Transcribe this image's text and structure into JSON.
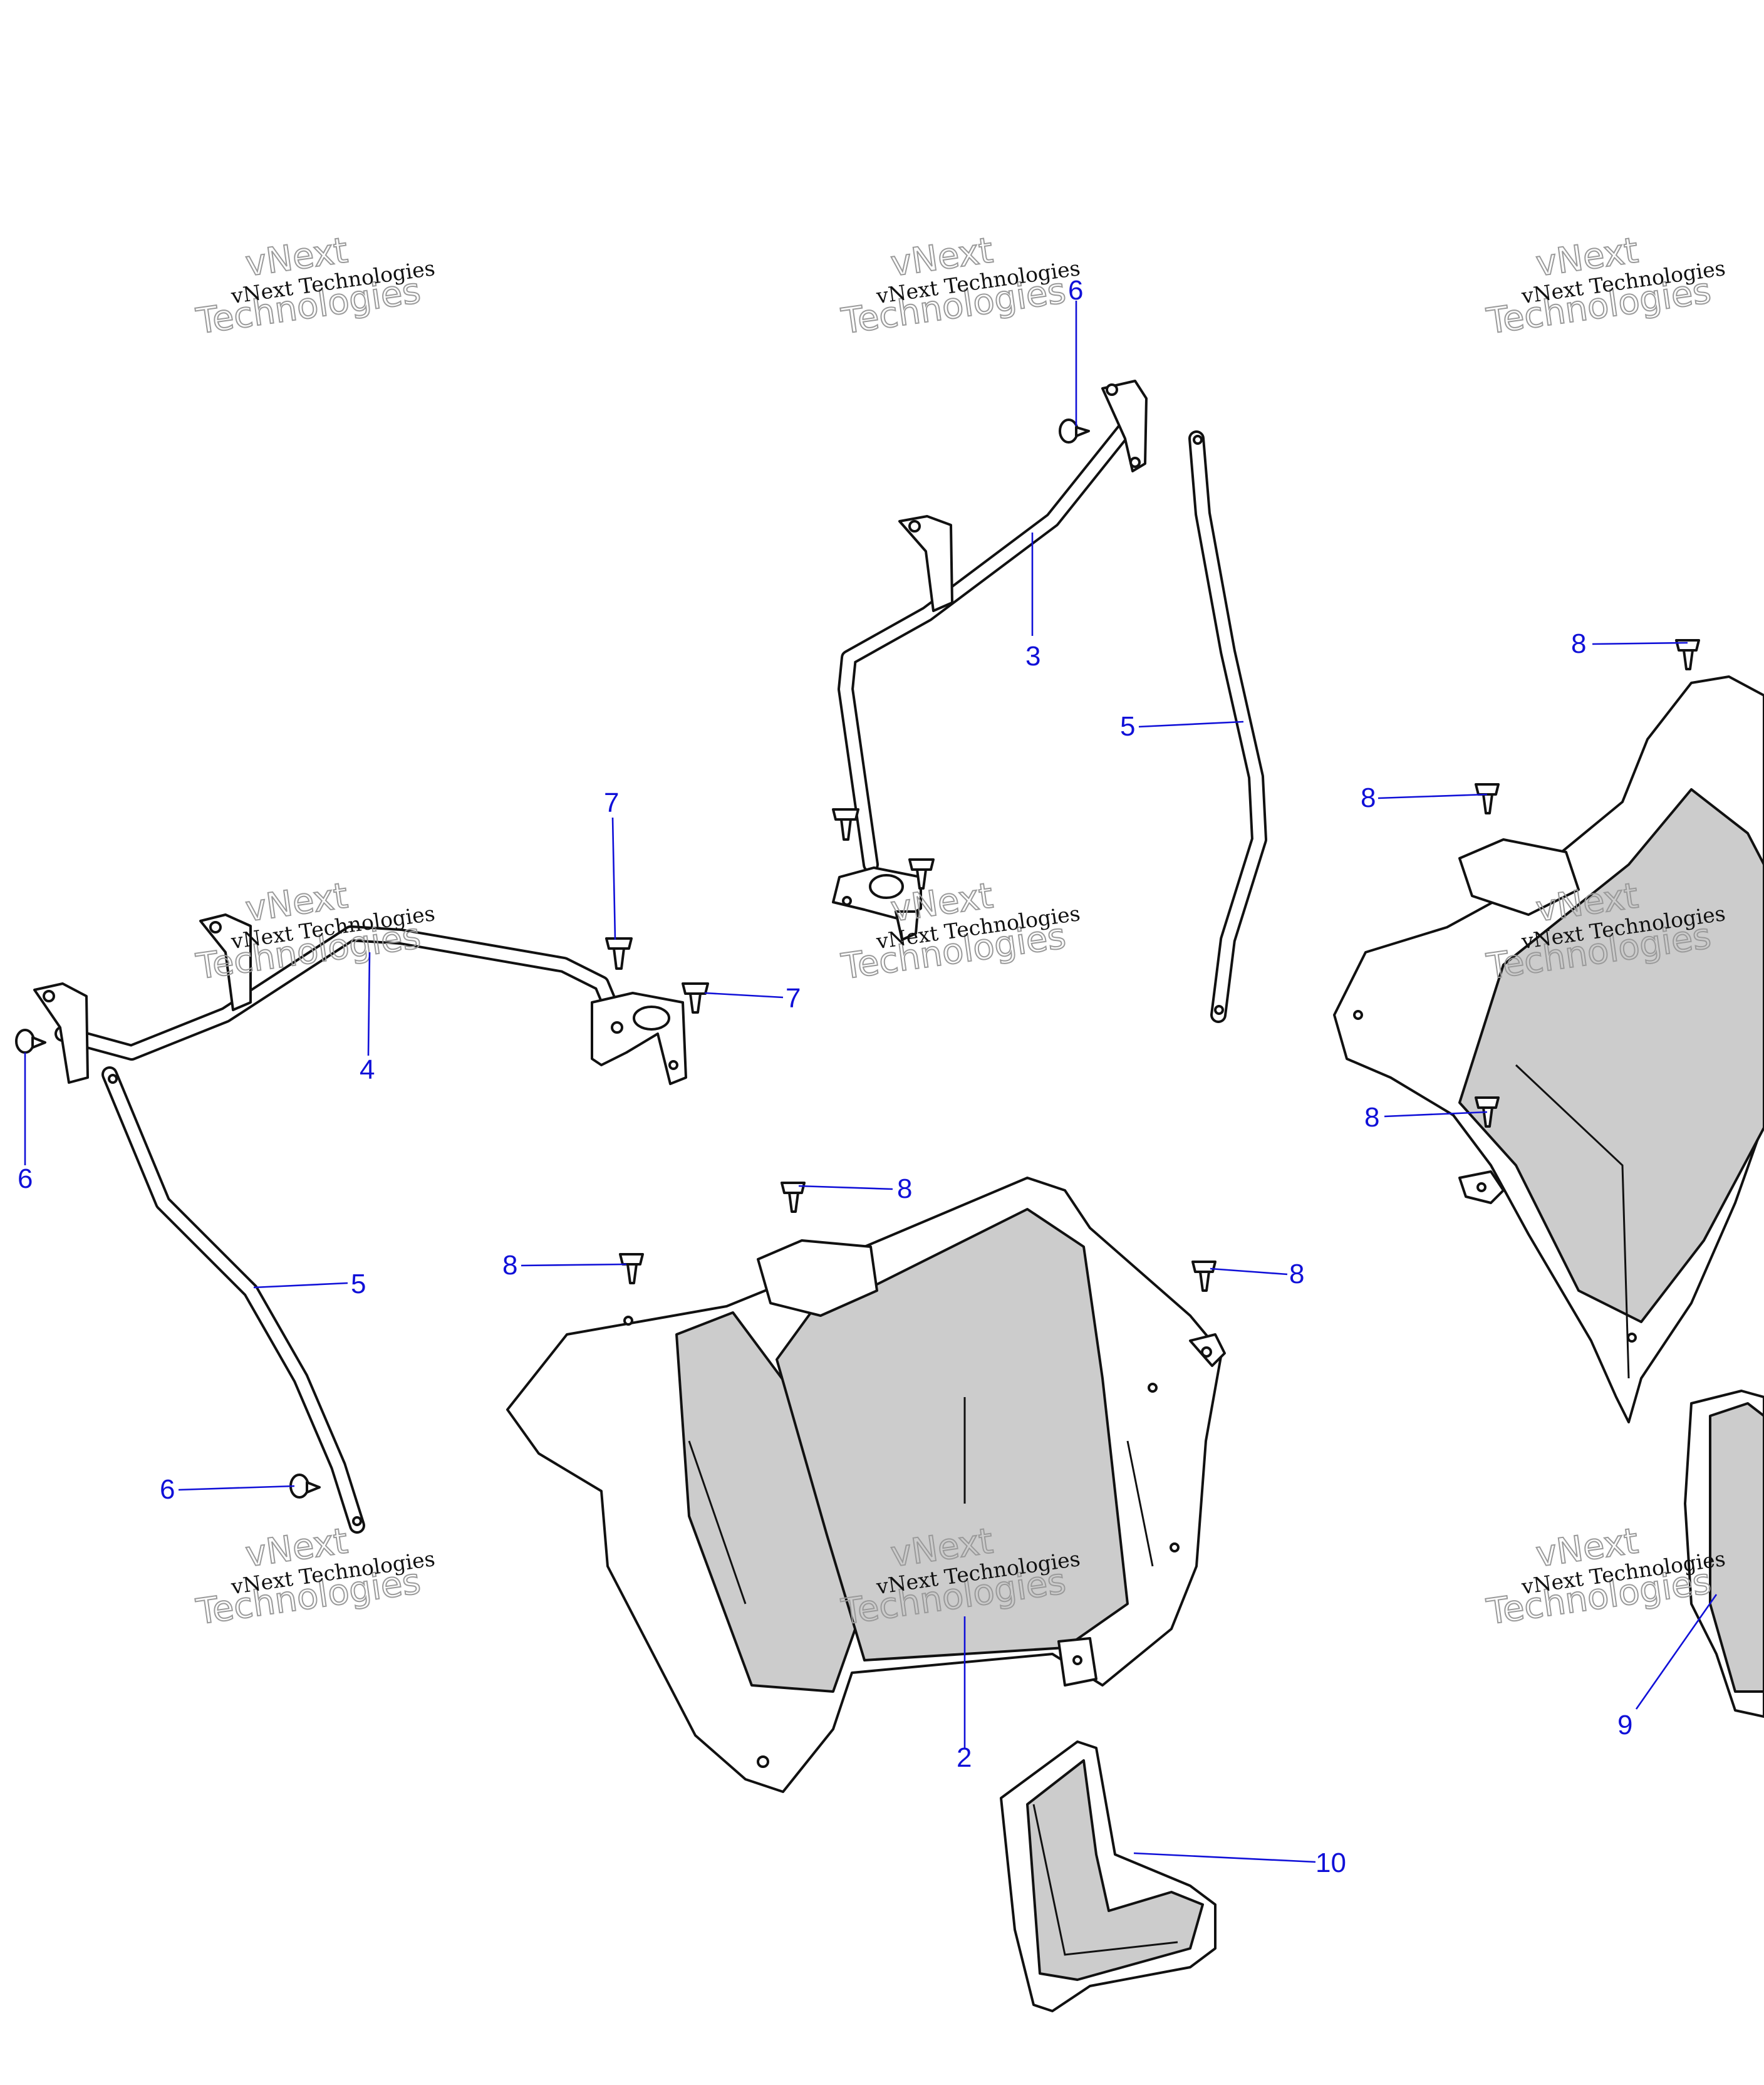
{
  "watermark": {
    "line1": "vNext Technologies",
    "hollow_line1": "vNext",
    "hollow_line2": "Technologies"
  },
  "callouts": {
    "c2": "2",
    "c3": "3",
    "c4": "4",
    "c5a": "5",
    "c5b": "5",
    "c6a": "6",
    "c6b": "6",
    "c6c": "6",
    "c7a": "7",
    "c7b": "7",
    "c8a": "8",
    "c8b": "8",
    "c8c": "8",
    "c8d": "8",
    "c8e": "8",
    "c8f": "8",
    "c9": "9",
    "c10": "10"
  },
  "colors": {
    "callout": "#1010d8",
    "shade": "#cccccc",
    "outline": "#111111",
    "watermark_hollow": "#9a9a9a"
  }
}
